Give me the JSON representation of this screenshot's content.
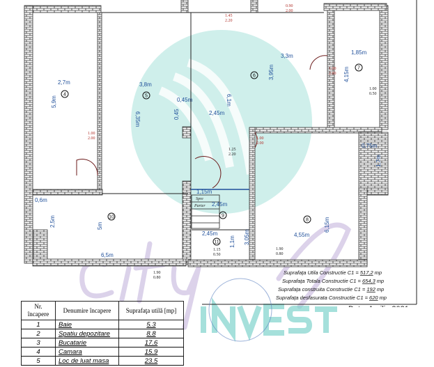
{
  "rooms_on_plan": [
    {
      "nr": "4",
      "dims": [
        "2,7m",
        "5,9m"
      ]
    },
    {
      "nr": "5",
      "dims": [
        "3,8m",
        "6,35m"
      ]
    },
    {
      "nr": "6",
      "dims": [
        "3,3m",
        "3,95m",
        "6,1m",
        "2,45m"
      ]
    },
    {
      "nr": "7",
      "dims": [
        "1,85m",
        "4,15m"
      ]
    },
    {
      "nr": "8",
      "dims": [
        "4,55m",
        "6,15m",
        "0,75m",
        "1,7m"
      ]
    },
    {
      "nr": "9",
      "dims": [
        "2,45m",
        "3,05m"
      ]
    },
    {
      "nr": "10",
      "dims": [
        "6,5m",
        "5m",
        "2,5m",
        "0,6m"
      ]
    },
    {
      "nr": "11",
      "dims": [
        "2,45m",
        "1,1m"
      ]
    }
  ],
  "extra_dims": {
    "a": "0,45m",
    "b": "0,45",
    "stairs_width": "1,15m",
    "stairs_label_1": "Spre",
    "stairs_label_2": "Parter"
  },
  "openings": [
    {
      "w": "1.45",
      "h": "2.20"
    },
    {
      "w": "0.90",
      "h": "2.00"
    },
    {
      "w": "1.00",
      "h": "2.00"
    },
    {
      "w": "1.00",
      "h": "0.50"
    },
    {
      "w": "1.00",
      "h": "2.00"
    },
    {
      "w": "1.00",
      "h": "2.00"
    },
    {
      "w": "1.25",
      "h": "2.20"
    },
    {
      "w": "1.15",
      "h": "0.50"
    },
    {
      "w": "1.90",
      "h": "0.80"
    },
    {
      "w": "1.90",
      "h": "0.80"
    }
  ],
  "summary": {
    "utila": "Suprafaţa Utila Constructie C1 = ",
    "utila_val": "517,2",
    "utila_unit": "mp",
    "totala": "Suprafaţa Totala Constructie C1 = ",
    "totala_val": "654,3",
    "totala_unit": "mp",
    "construita": "Suprafaţa construita Constructie C1 = ",
    "construita_val": "192",
    "construita_unit": "mp",
    "desfasurata": "Suprafaţa desfasurata Constructie C1 = ",
    "desfasurata_val": "620",
    "desfasurata_unit": "mp",
    "date": "Data: Aprilie 2021"
  },
  "table": {
    "headers": [
      "Nr. încapere",
      "Denumire încapere",
      "Suprafaţa utilă [mp]"
    ],
    "rows": [
      [
        "1",
        "Baie",
        "5.3"
      ],
      [
        "2",
        "Spatiu depozitare",
        "8.8"
      ],
      [
        "3",
        "Bucatarie",
        "17.6"
      ],
      [
        "4",
        "Camara",
        "15.9"
      ],
      [
        "5",
        "Loc de luat masa",
        "23.5"
      ]
    ]
  },
  "watermark": {
    "text_script": "city",
    "text_brand": "INVEST",
    "colors": {
      "teal": "#7fd3cc",
      "purple": "#b9a6d6"
    }
  },
  "colors": {
    "dimension": "#1f4f9a",
    "door_label": "#b0302a",
    "wall": "#333333"
  }
}
